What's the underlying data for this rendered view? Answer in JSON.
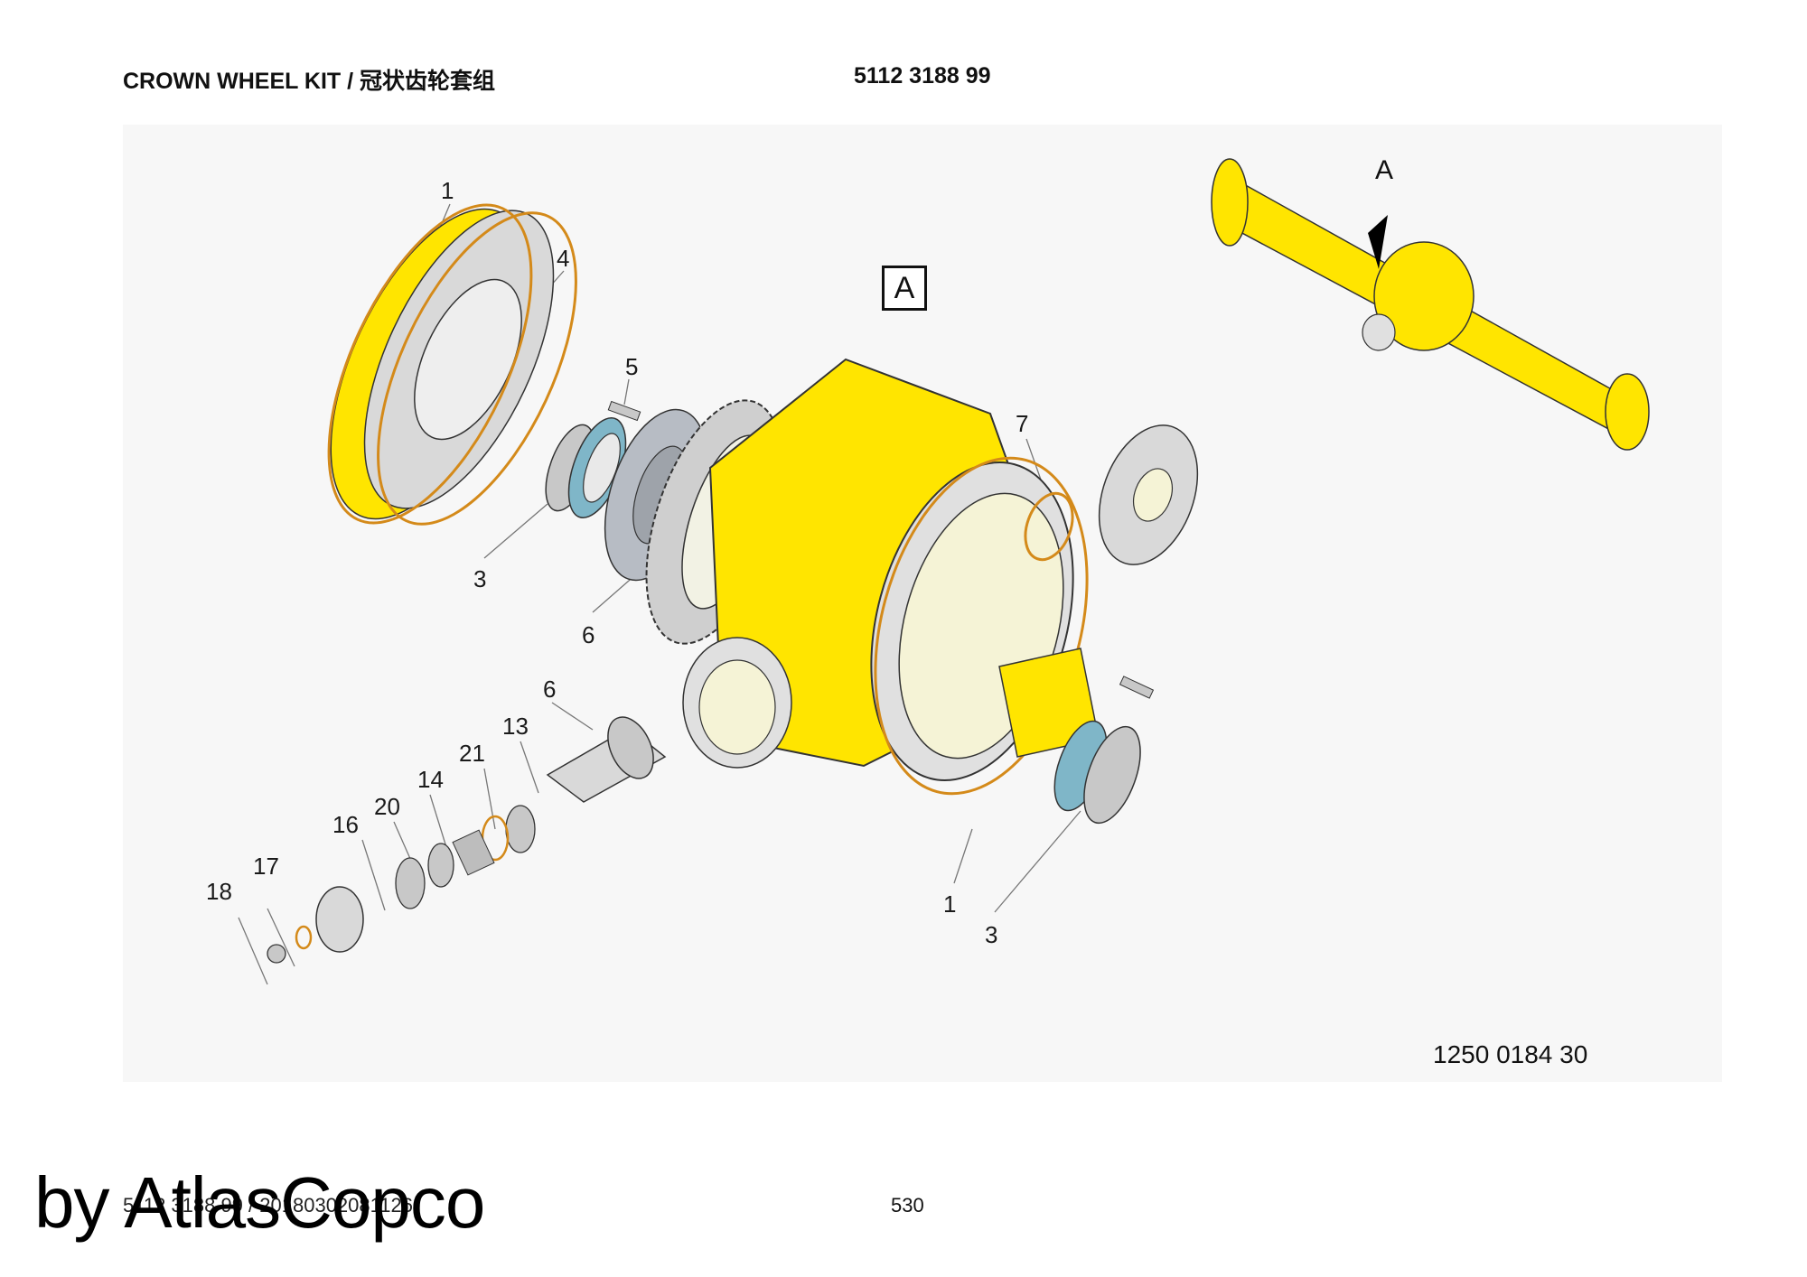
{
  "header": {
    "title": "CROWN WHEEL KIT / 冠状齿轮套组",
    "part_number": "5112 3188 99"
  },
  "drawing": {
    "view_marker": "A",
    "overview_marker": "A",
    "drawing_number": "1250 0184 30",
    "callouts": [
      {
        "id": "c1a",
        "label": "1"
      },
      {
        "id": "c4",
        "label": "4"
      },
      {
        "id": "c5",
        "label": "5"
      },
      {
        "id": "c3a",
        "label": "3"
      },
      {
        "id": "c6a",
        "label": "6"
      },
      {
        "id": "c7",
        "label": "7"
      },
      {
        "id": "c6b",
        "label": "6"
      },
      {
        "id": "c13",
        "label": "13"
      },
      {
        "id": "c21",
        "label": "21"
      },
      {
        "id": "c14",
        "label": "14"
      },
      {
        "id": "c20",
        "label": "20"
      },
      {
        "id": "c16",
        "label": "16"
      },
      {
        "id": "c17",
        "label": "17"
      },
      {
        "id": "c18",
        "label": "18"
      },
      {
        "id": "c1b",
        "label": "1"
      },
      {
        "id": "c3b",
        "label": "3"
      }
    ]
  },
  "footer": {
    "reference": "5112 3188 99 / 20180302081126",
    "page_number": "530"
  },
  "watermark": "by AtlasCopco",
  "colors": {
    "housing_yellow": "#ffe500",
    "metal_grey": "#c8c8c8",
    "oring_orange": "#d48a1a",
    "bearing_blue": "#7fb6c8"
  }
}
